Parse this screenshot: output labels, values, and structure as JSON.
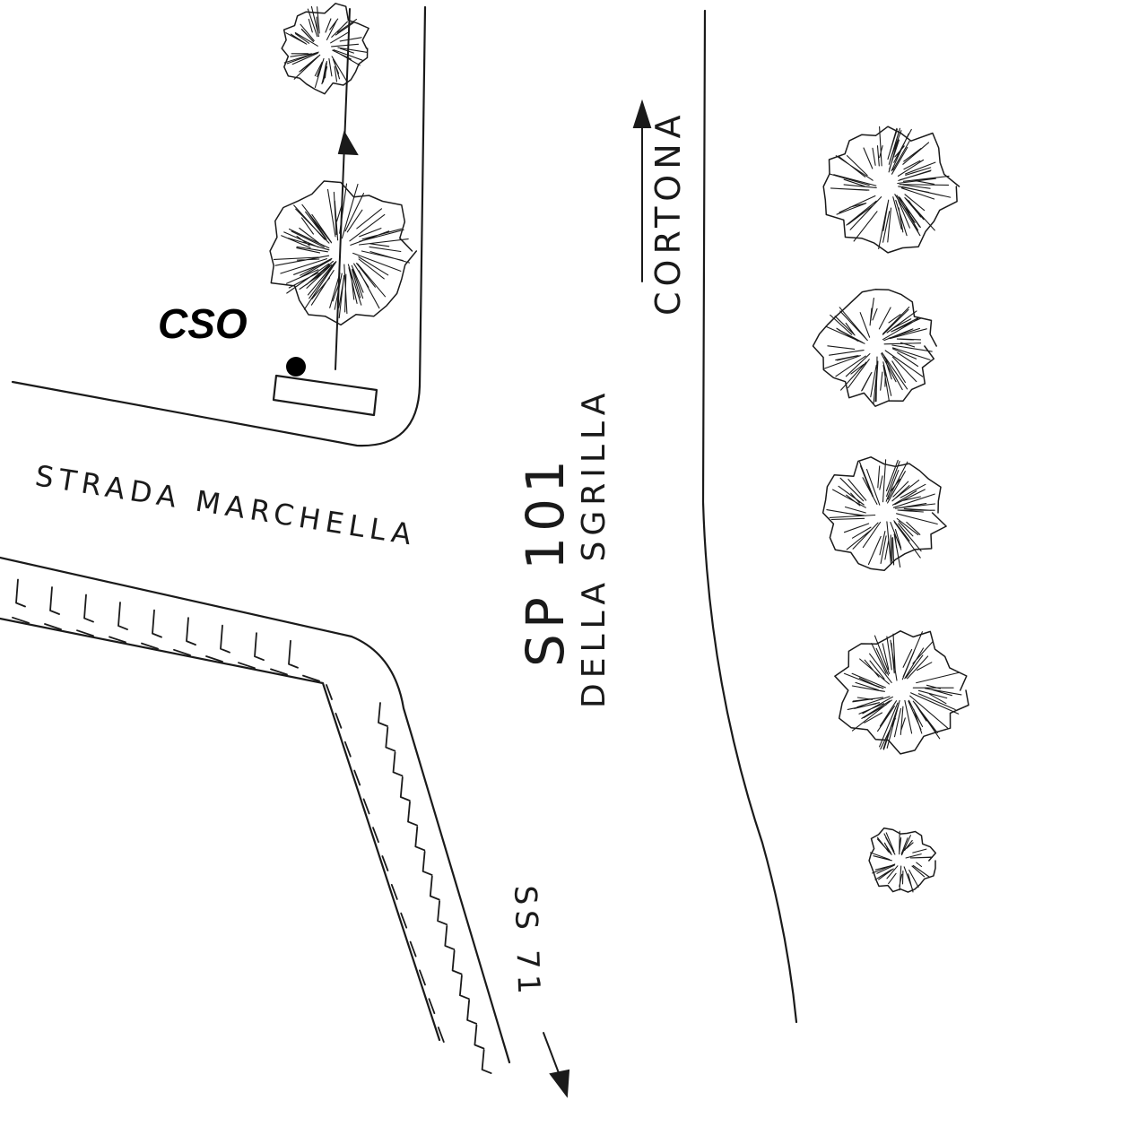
{
  "labels": {
    "cso": "CSO",
    "strada": "STRADA MARCHELLA",
    "sp_number": "SP 101",
    "sp_name": "DELLA SGRILLA",
    "cortona": "CORTONA",
    "ss": "SS 71"
  },
  "directions": {
    "cortona_arrow": "up",
    "ss_arrow": "down"
  },
  "symbols": {
    "trees": [
      "tree-icon",
      "tree-icon",
      "tree-icon",
      "tree-icon",
      "tree-icon",
      "tree-icon",
      "tree-icon"
    ],
    "embankment": "embankment-hatching",
    "marker": "cso-point-marker"
  },
  "colors": {
    "ink": "#1a1a1a",
    "paper": "#ffffff"
  }
}
